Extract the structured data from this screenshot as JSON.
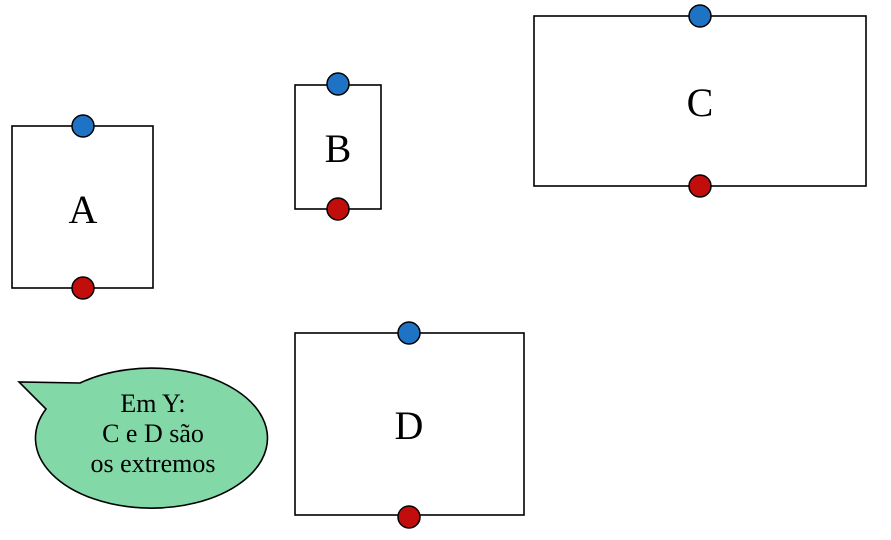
{
  "colors": {
    "top_dot": "#1f73c4",
    "bottom_dot": "#c20d0d",
    "bubble_fill": "#82d8a6",
    "stroke": "#000000"
  },
  "boxes": [
    {
      "label": "A"
    },
    {
      "label": "B"
    },
    {
      "label": "C"
    },
    {
      "label": "D"
    }
  ],
  "callout": {
    "lines": [
      "Em Y:",
      "C e D são",
      "os extremos"
    ]
  }
}
